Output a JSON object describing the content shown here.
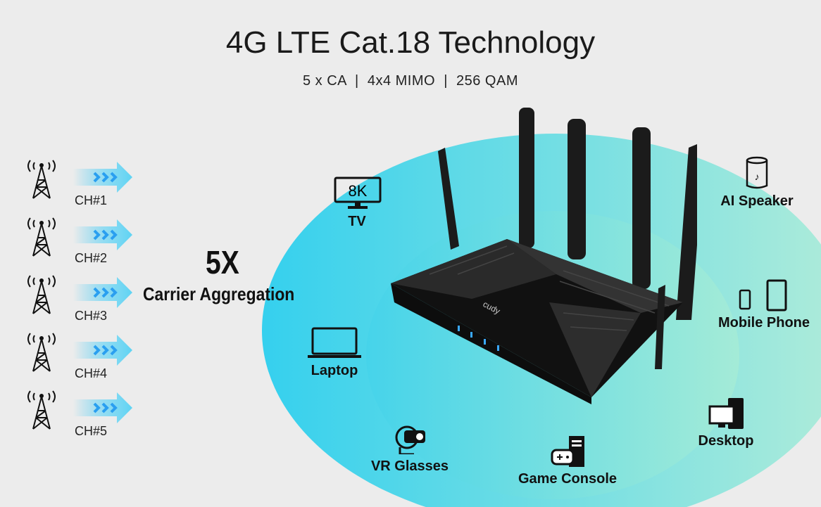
{
  "header": {
    "title": "4G LTE Cat.18 Technology",
    "subtitle": "5 x CA  |  4x4 MIMO  |  256 QAM"
  },
  "channels": [
    {
      "label": "CH#1"
    },
    {
      "label": "CH#2"
    },
    {
      "label": "CH#3"
    },
    {
      "label": "CH#4"
    },
    {
      "label": "CH#5"
    }
  ],
  "aggregation": {
    "multiplier": "5X",
    "label": "Carrier Aggregation"
  },
  "devices": {
    "tv": "TV",
    "tv_badge": "8K",
    "laptop": "Laptop",
    "vr": "VR Glasses",
    "console": "Game Console",
    "desktop": "Desktop",
    "mobile": "Mobile Phone",
    "speaker": "AI Speaker"
  },
  "router": {
    "brand": "cudy"
  },
  "colors": {
    "outer_ring_left": "#3fd4ef",
    "outer_ring_right": "#a9eadb",
    "inner_ring": "#7fe0e0",
    "arrow": "#4cc8f0"
  }
}
